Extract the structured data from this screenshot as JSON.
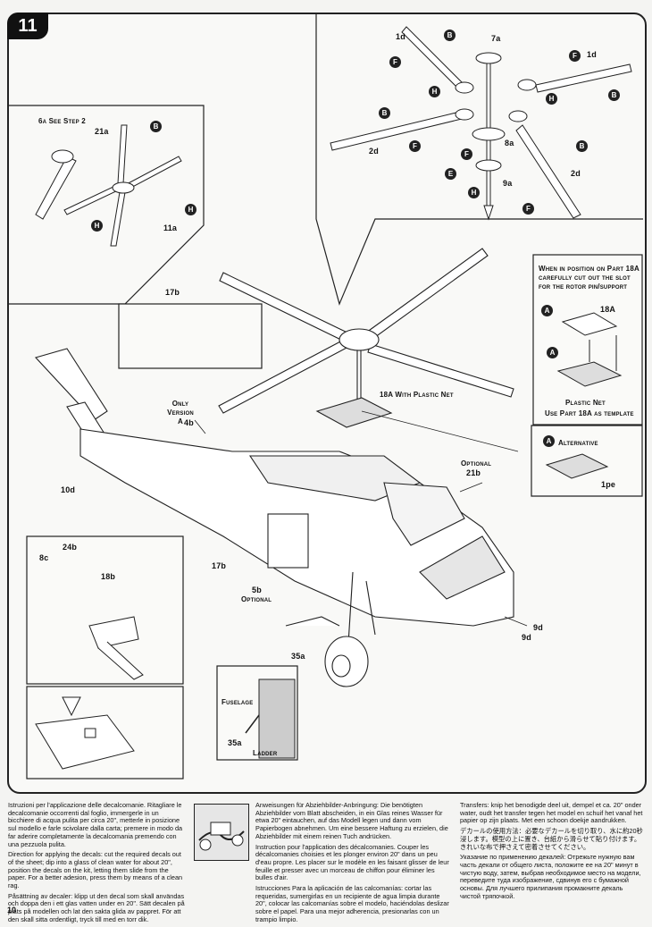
{
  "step": "11",
  "page_number": "10",
  "labels": {
    "see_step": "6a See Step 2",
    "p21a": "21a",
    "p11a": "11a",
    "p1d": "1d",
    "p7a": "7a",
    "p1d_b": "1d",
    "p2d_a": "2d",
    "p2d_b": "2d",
    "p8a": "8a",
    "p9a": "9a",
    "p17b_top": "17b",
    "only_version_a": "Only Version A",
    "p4b": "4b",
    "p18a_net": "18A With Plastic Net",
    "optional_21b": "Optional",
    "p21b": "21b",
    "p10d": "10d",
    "p17b": "17b",
    "p5b": "5b",
    "optional_5b": "Optional",
    "p24b": "24b",
    "p8c": "8c",
    "p18b": "18b",
    "p35a": "35a",
    "fuselage": "Fuselage",
    "p35a_b": "35a",
    "ladder": "Ladder",
    "p9d_a": "9d",
    "p9d_b": "9d",
    "p18a_small": "18A",
    "plastic_net": "Plastic Net",
    "use_template": "Use Part 18A as template",
    "alternative": "Alternative",
    "p1pe": "1pe"
  },
  "note18a": {
    "line1": "When in position on Part 18A",
    "line2": "carefully cut out the slot",
    "line3": "for the rotor pin/support"
  },
  "callouts": {
    "b": "B",
    "f": "F",
    "h": "H",
    "e": "E",
    "a": "A"
  },
  "instructions": {
    "col1": [
      "Istruzioni per l'applicazione delle decalcomanie. Ritagliare le decalcomanie occorrenti dal foglio, immergerle in un bicchiere di acqua pulita per circa 20\", metterle in posizione sul modello e farle scivolare dalla carta; premere in modo da far aderire completamente la decalcomania premendo con una pezzuola pulita.",
      "Direction for applying the decals: cut the required decals out of the sheet; dip into a glass of clean water for about 20\", position the decals on the kit, letting them slide from the paper. For a better adesion, press them by means of a clean rag.",
      "Påsättning av decaler: klipp ut den decal som skall användas och doppa den i ett glas vatten under en 20\". Sätt decalen på plats på modellen och lat den sakta glida av pappret. För att den skall sitta ordentligt, tryck till med en torr dik."
    ],
    "col2": [
      "Anweisungen für Abziehbilder-Anbringung: Die benötigten Abziehbilder vom Blatt abscheiden, in ein Glas reines Wasser für etwa 20\" eintauchen, auf das Modell legen und dann vom Papierbogen abnehmen. Um eine bessere Haftung zu erzielen, die Abziehbilder mit einem reinen Tuch andrücken.",
      "Instruction pour l'application des décalcomanies. Couper les décalcomanies choisies et les plonger environ 20\" dans un peu d'eau propre. Les placer sur le modèle en les faisant glisser de leur feuille et presser avec un morceau de chiffon pour éliminer les bulles d'air.",
      "Istrucciones Para la aplicación de las calcomanías: cortar las requeridas, sumergirlas en un recipiente de agua limpia durante 20\", colocar las calcomanías sobre el modelo, haciéndolas deslizar sobre el papel. Para una mejor adherencia, presionarlas con un trampio limpio."
    ],
    "col3": [
      "Transfers: knip het benodigde deel uit, dempel et ca. 20\" onder water, oudt het transfer tegen het model en schuif het vanaf het papier op zijn plaats. Met een schoon doekje aandrukken.",
      "デカールの使用方法：必要なデカールを切り取り、水に約20秒浸します。模型の上に置き、台紙から滑らせて貼り付けます。きれいな布で押さえて密着させてください。",
      "Указание по применению декалей: Отрежьте нужную вам часть декали от общего листа, положите ее на 20\" минут в чистую воду, затем, выбрав необходимое место на модели, переведите туда изображение, сдвинув его с бумажной основы. Для лучшего прилипания промакните декаль чистой тряпочкой."
    ]
  }
}
